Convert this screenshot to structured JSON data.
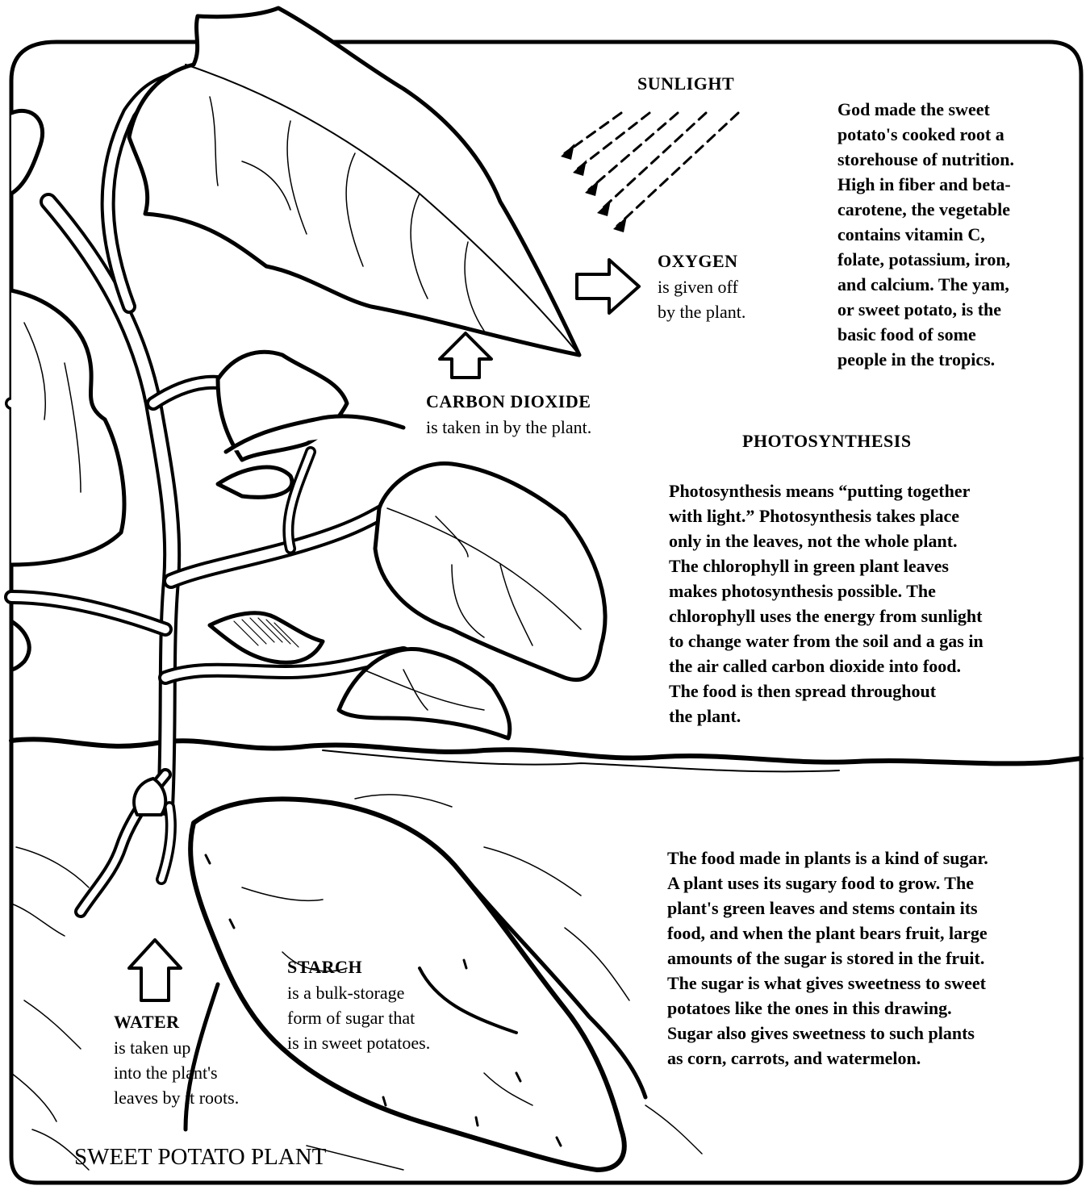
{
  "labels": {
    "sunlight": "SUNLIGHT",
    "oxygen_title": "OXYGEN",
    "oxygen_desc": "is given off\nby the plant.",
    "co2_title": "CARBON DIOXIDE",
    "co2_desc": "is taken in by the plant.",
    "starch_title": "STARCH",
    "starch_desc": "is a bulk-storage\nform of sugar that\nis in sweet potatoes.",
    "water_title": "WATER",
    "water_desc": "is taken up\ninto the plant's\nleaves by it roots.",
    "plant_title": "SWEET POTATO PLANT"
  },
  "text": {
    "nutrition": "God made the sweet\npotato's cooked root a\nstorehouse of nutrition.\nHigh in fiber and beta-\ncarotene, the vegetable\ncontains vitamin C,\nfolate, potassium, iron,\nand calcium. The yam,\nor sweet potato, is the\nbasic food of some\npeople in the tropics.",
    "heading": "PHOTOSYNTHESIS",
    "photosynthesis": "Photosynthesis means “putting together\nwith light.” Photosynthesis takes place\nonly in the leaves, not the whole plant.\nThe chlorophyll in green plant leaves\nmakes photosynthesis possible. The\nchlorophyll uses the energy from sunlight\nto change water from the soil and a gas in\nthe air called carbon dioxide into food.\nThe food is then spread throughout\nthe plant.",
    "sugar": "The food made in plants is a kind of sugar.\nA plant uses its sugary food to grow. The\nplant's green leaves and stems contain its\nfood, and when the plant bears fruit, large\namounts of the sugar is stored in the fruit.\nThe sugar is what gives sweetness to sweet\npotatoes like the ones in this drawing.\nSugar also gives sweetness to such plants\nas corn, carrots, and watermelon."
  }
}
